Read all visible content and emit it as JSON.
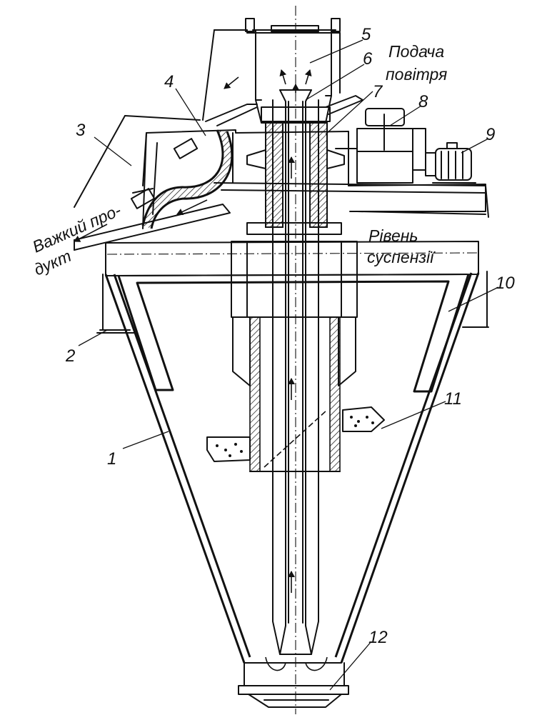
{
  "diagram": {
    "callouts": [
      "1",
      "2",
      "3",
      "4",
      "5",
      "6",
      "7",
      "8",
      "9",
      "10",
      "11",
      "12"
    ],
    "air_supply": {
      "line1": "Подача",
      "line2": "повітря"
    },
    "heavy_product": {
      "line1": "Важкий про-",
      "line2": "дукт"
    },
    "suspension_level": {
      "line1": "Рівень",
      "line2": "суспензії"
    }
  }
}
